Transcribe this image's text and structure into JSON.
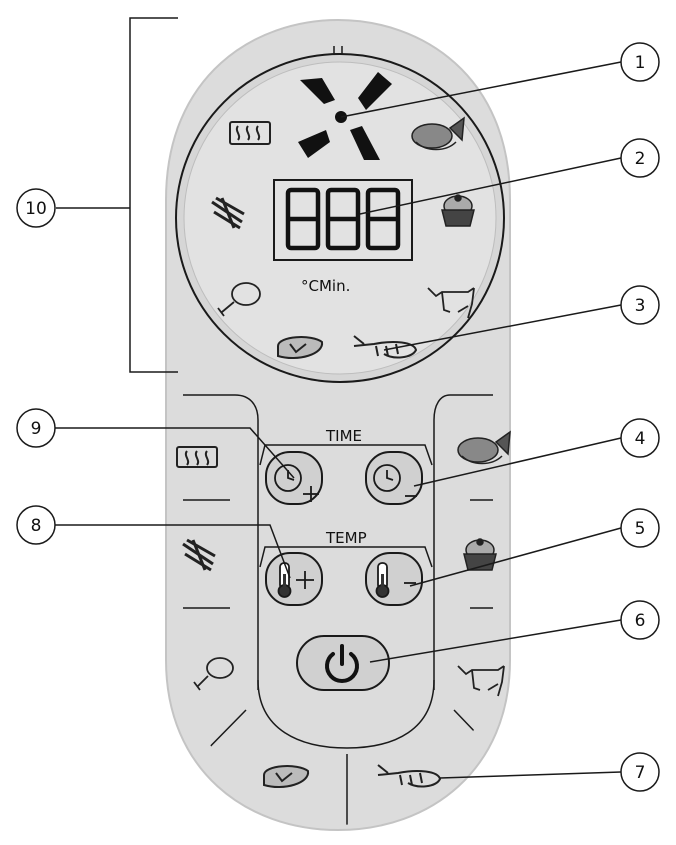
{
  "display": {
    "digits": "888",
    "units": "°CMin."
  },
  "controls": {
    "time_label": "TIME",
    "temp_label": "TEMP"
  },
  "callouts": [
    {
      "id": "1",
      "label": "1"
    },
    {
      "id": "2",
      "label": "2"
    },
    {
      "id": "3",
      "label": "3"
    },
    {
      "id": "4",
      "label": "4"
    },
    {
      "id": "5",
      "label": "5"
    },
    {
      "id": "6",
      "label": "6"
    },
    {
      "id": "7",
      "label": "7"
    },
    {
      "id": "8",
      "label": "8"
    },
    {
      "id": "9",
      "label": "9"
    },
    {
      "id": "10",
      "label": "10"
    }
  ],
  "icons": {
    "display_ring": [
      "defrost-icon",
      "fries-icon",
      "chicken-leg-icon",
      "steak-icon",
      "shrimp-icon",
      "pork-icon",
      "cake-icon",
      "fish-icon"
    ],
    "side_buttons": [
      "defrost-icon",
      "fries-icon",
      "chicken-leg-icon",
      "steak-icon",
      "shrimp-icon",
      "pork-icon",
      "cake-icon",
      "fish-icon"
    ]
  },
  "colors": {
    "panel": "#dcdcdc",
    "outline": "#1a1a1a",
    "icon": "#222222"
  }
}
